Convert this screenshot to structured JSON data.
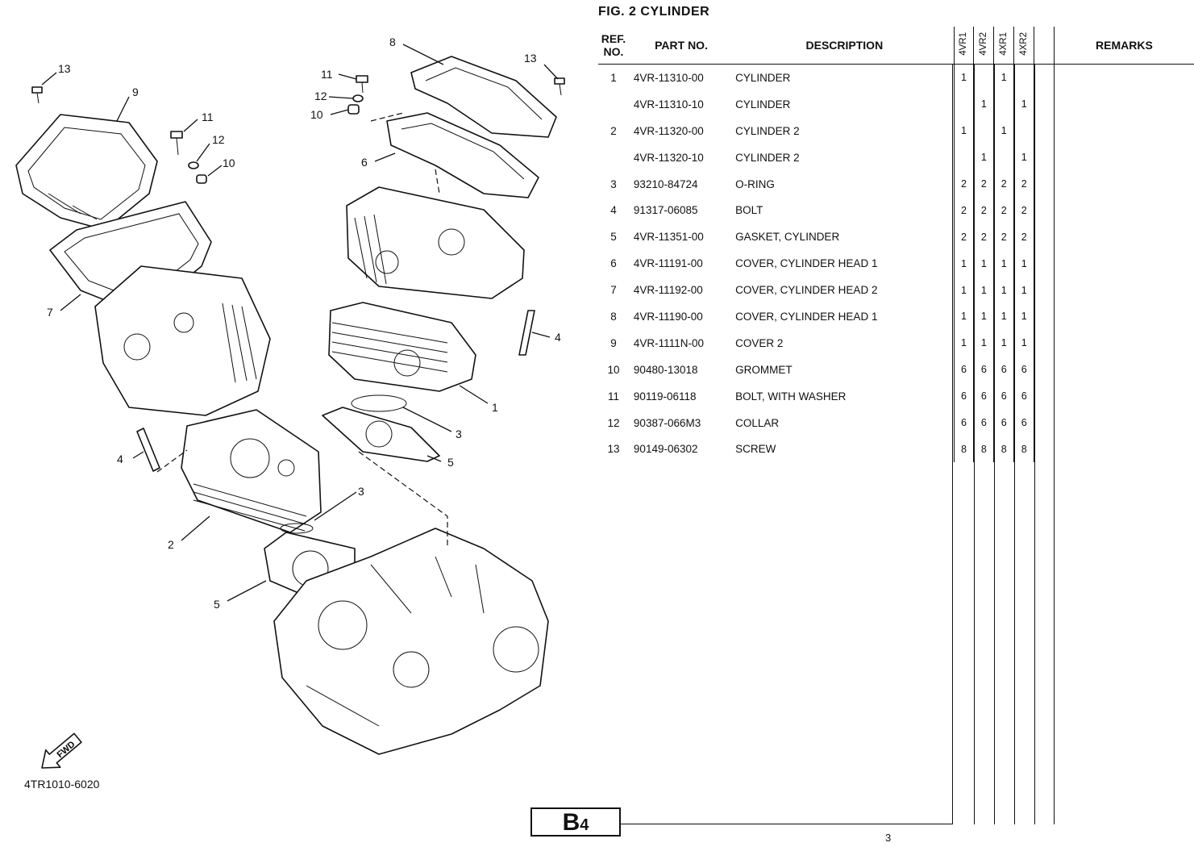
{
  "figure": {
    "title": "FIG. 2  CYLINDER",
    "model_code": "4TR1010-6020",
    "fwd_label": "FWD",
    "page_tag_letter": "B",
    "page_tag_number": "4",
    "page_number": "3",
    "callouts": [
      "13",
      "9",
      "11",
      "12",
      "10",
      "7",
      "4",
      "2",
      "5",
      "8",
      "13",
      "11",
      "12",
      "10",
      "6",
      "4",
      "1",
      "3",
      "5",
      "3"
    ]
  },
  "table": {
    "headers": {
      "ref_line1": "REF.",
      "ref_line2": "NO.",
      "part_no": "PART NO.",
      "description": "DESCRIPTION",
      "models": [
        "4VR1",
        "4VR2",
        "4XR1",
        "4XR2"
      ],
      "remarks": "REMARKS"
    },
    "rows": [
      {
        "ref": "1",
        "part": "4VR-11310-00",
        "desc": "CYLINDER",
        "q": [
          "1",
          "",
          "1",
          ""
        ]
      },
      {
        "ref": "",
        "part": "4VR-11310-10",
        "desc": "CYLINDER",
        "q": [
          "",
          "1",
          "",
          "1"
        ]
      },
      {
        "ref": "2",
        "part": "4VR-11320-00",
        "desc": "CYLINDER 2",
        "q": [
          "1",
          "",
          "1",
          ""
        ]
      },
      {
        "ref": "",
        "part": "4VR-11320-10",
        "desc": "CYLINDER 2",
        "q": [
          "",
          "1",
          "",
          "1"
        ]
      },
      {
        "ref": "3",
        "part": "93210-84724",
        "desc": "O-RING",
        "q": [
          "2",
          "2",
          "2",
          "2"
        ]
      },
      {
        "ref": "4",
        "part": "91317-06085",
        "desc": "BOLT",
        "q": [
          "2",
          "2",
          "2",
          "2"
        ]
      },
      {
        "ref": "5",
        "part": "4VR-11351-00",
        "desc": "GASKET, CYLINDER",
        "q": [
          "2",
          "2",
          "2",
          "2"
        ]
      },
      {
        "ref": "6",
        "part": "4VR-11191-00",
        "desc": "COVER, CYLINDER HEAD 1",
        "q": [
          "1",
          "1",
          "1",
          "1"
        ]
      },
      {
        "ref": "7",
        "part": "4VR-11192-00",
        "desc": "COVER, CYLINDER HEAD 2",
        "q": [
          "1",
          "1",
          "1",
          "1"
        ]
      },
      {
        "ref": "8",
        "part": "4VR-11190-00",
        "desc": "COVER, CYLINDER HEAD 1",
        "q": [
          "1",
          "1",
          "1",
          "1"
        ]
      },
      {
        "ref": "9",
        "part": "4VR-1111N-00",
        "desc": "COVER 2",
        "q": [
          "1",
          "1",
          "1",
          "1"
        ]
      },
      {
        "ref": "10",
        "part": "90480-13018",
        "desc": "GROMMET",
        "q": [
          "6",
          "6",
          "6",
          "6"
        ]
      },
      {
        "ref": "11",
        "part": "90119-06118",
        "desc": "BOLT, WITH WASHER",
        "q": [
          "6",
          "6",
          "6",
          "6"
        ]
      },
      {
        "ref": "12",
        "part": "90387-066M3",
        "desc": "COLLAR",
        "q": [
          "6",
          "6",
          "6",
          "6"
        ]
      },
      {
        "ref": "13",
        "part": "90149-06302",
        "desc": "SCREW",
        "q": [
          "8",
          "8",
          "8",
          "8"
        ]
      }
    ]
  }
}
